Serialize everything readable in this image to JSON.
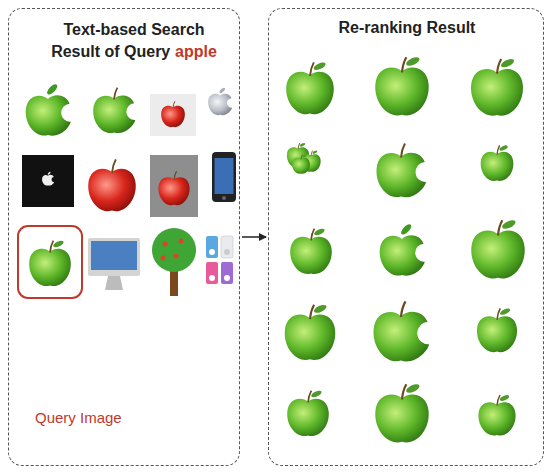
{
  "diagram": {
    "nodes": [
      {
        "text": [
          "Text-based Search Result of Query",
          "apple",
          "Query Image"
        ]
      },
      {
        "text": [
          "Re-ranking Result"
        ]
      }
    ],
    "edges": [
      {
        "from": 0,
        "to": 1,
        "arrow": "to"
      }
    ]
  }
}
